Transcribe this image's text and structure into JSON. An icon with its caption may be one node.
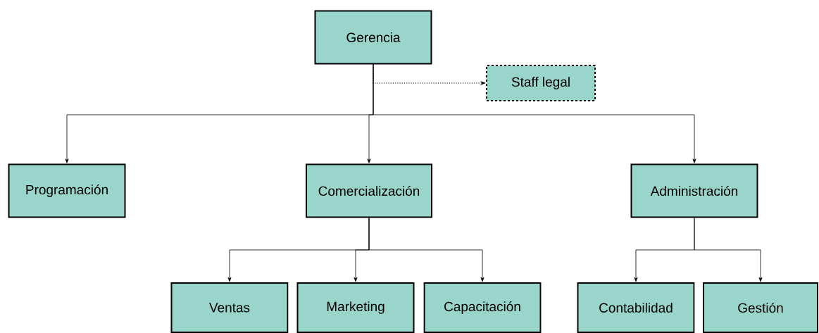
{
  "diagram": {
    "nodes": [
      {
        "text": [
          "Gerencia"
        ]
      },
      {
        "text": [
          "Staff legal"
        ]
      },
      {
        "text": [
          "Programación"
        ]
      },
      {
        "text": [
          "Comercialización"
        ]
      },
      {
        "text": [
          "Administración"
        ]
      },
      {
        "text": [
          "Ventas"
        ]
      },
      {
        "text": [
          "Marketing"
        ]
      },
      {
        "text": [
          "Capacitación"
        ]
      },
      {
        "text": [
          "Contabilidad"
        ]
      },
      {
        "text": [
          "Gestión"
        ]
      }
    ],
    "edges": [
      {
        "from": 0,
        "to": 1,
        "arrow": "to",
        "style": "dashed"
      },
      {
        "from": 0,
        "to": 2,
        "arrow": "to"
      },
      {
        "from": 0,
        "to": 3,
        "arrow": "to"
      },
      {
        "from": 0,
        "to": 4,
        "arrow": "to"
      },
      {
        "from": 3,
        "to": 5,
        "arrow": "to"
      },
      {
        "from": 3,
        "to": 6,
        "arrow": "to"
      },
      {
        "from": 3,
        "to": 7,
        "arrow": "to"
      },
      {
        "from": 4,
        "to": 8,
        "arrow": "to"
      },
      {
        "from": 4,
        "to": 9,
        "arrow": "to"
      }
    ]
  }
}
